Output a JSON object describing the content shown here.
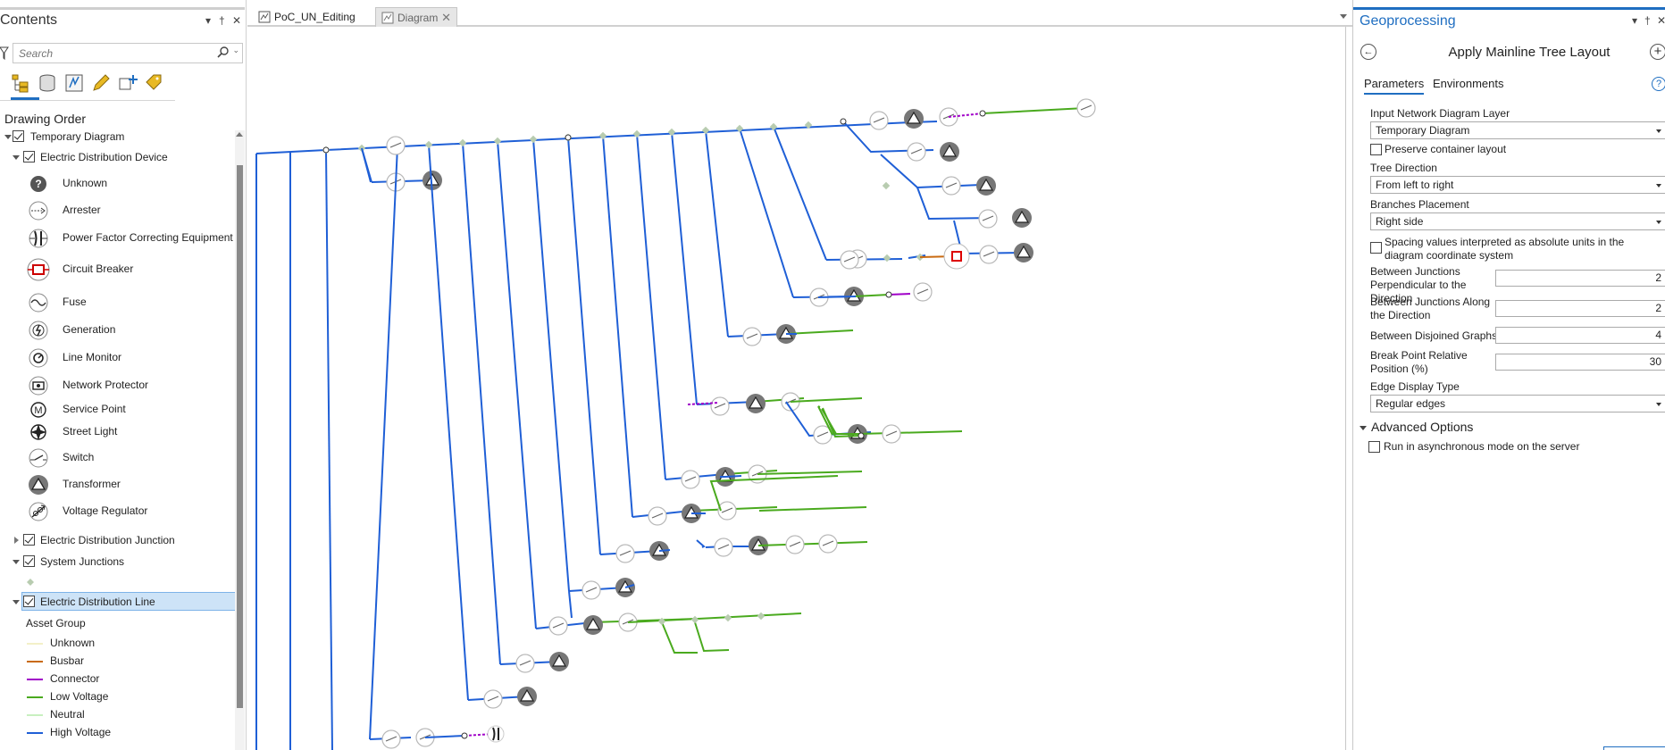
{
  "contents": {
    "title": "Contents",
    "search_placeholder": "Search",
    "drawing_order": "Drawing Order",
    "tree": {
      "temporary_diagram": "Temporary Diagram",
      "device_group": "Electric Distribution Device",
      "devices": [
        {
          "label": "Unknown",
          "icon": "unknown-device-icon"
        },
        {
          "label": "Arrester",
          "icon": "arrester-icon"
        },
        {
          "label": "Power Factor Correcting Equipment",
          "icon": "capacitor-icon"
        },
        {
          "label": "Circuit Breaker",
          "icon": "circuit-breaker-icon"
        },
        {
          "label": "Fuse",
          "icon": "fuse-icon"
        },
        {
          "label": "Generation",
          "icon": "generation-icon"
        },
        {
          "label": "Line Monitor",
          "icon": "line-monitor-icon"
        },
        {
          "label": "Network Protector",
          "icon": "network-protector-icon"
        },
        {
          "label": "Service Point",
          "icon": "service-point-icon"
        },
        {
          "label": "Street Light",
          "icon": "street-light-icon"
        },
        {
          "label": "Switch",
          "icon": "switch-icon"
        },
        {
          "label": "Transformer",
          "icon": "transformer-icon"
        },
        {
          "label": "Voltage Regulator",
          "icon": "voltage-regulator-icon"
        }
      ],
      "junction_group": "Electric Distribution Junction",
      "system_junctions": "System Junctions",
      "line_group": "Electric Distribution Line",
      "asset_group_label": "Asset Group",
      "asset_groups": [
        {
          "label": "Unknown",
          "color": "#f3f0c8"
        },
        {
          "label": "Busbar",
          "color": "#c96a10"
        },
        {
          "label": "Connector",
          "color": "#a000c8"
        },
        {
          "label": "Low Voltage",
          "color": "#4aaa1e"
        },
        {
          "label": "Neutral",
          "color": "#c8f0c0"
        },
        {
          "label": "High Voltage",
          "color": "#1f5fd6"
        }
      ]
    }
  },
  "map": {
    "tabs": [
      {
        "label": "PoC_UN_Editing",
        "active": true
      },
      {
        "label": "Diagram",
        "active": false
      }
    ]
  },
  "geoprocessing": {
    "title": "Geoprocessing",
    "tool_title": "Apply Mainline Tree Layout",
    "tabs": [
      "Parameters",
      "Environments"
    ],
    "input_layer_label": "Input Network Diagram Layer",
    "input_layer_value": "Temporary Diagram",
    "preserve_container": "Preserve container layout",
    "tree_direction_label": "Tree Direction",
    "tree_direction_value": "From left to right",
    "branches_label": "Branches Placement",
    "branches_value": "Right side",
    "spacing_absolute": "Spacing values interpreted as absolute units in the diagram coordinate system",
    "between_perp_label": "Between Junctions Perpendicular to the Direction",
    "between_perp_value": "2",
    "between_along_label": "Between Junctions Along the Direction",
    "between_along_value": "2",
    "disjoined_label": "Between Disjoined Graphs",
    "disjoined_value": "4",
    "breakpoint_label": "Break Point Relative Position (%)",
    "breakpoint_value": "30",
    "edge_display_label": "Edge Display Type",
    "edge_display_value": "Regular edges",
    "advanced_options": "Advanced Options",
    "async_label": "Run in asynchronous mode on the server"
  },
  "colors": {
    "high_voltage": "#1f5fd6",
    "low_voltage": "#4aaa1e",
    "connector": "#a000c8",
    "busbar": "#c96a10",
    "accent": "#1f6ec1"
  }
}
